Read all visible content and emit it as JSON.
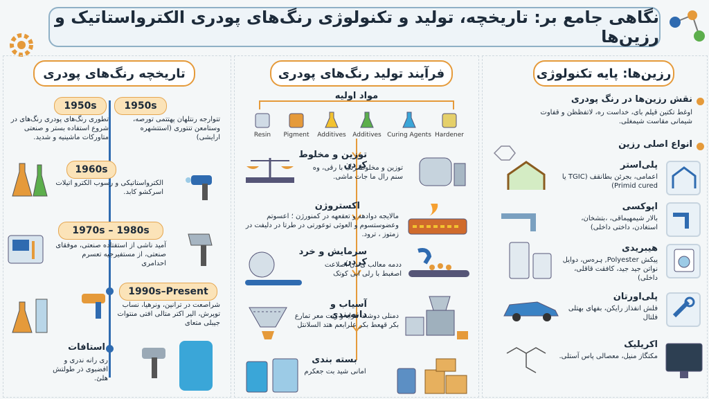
{
  "header": {
    "title": "نگاهی جامع بر: تاریخچه، تولید و تکنولوژی رنگ‌های پودری الکترواستاتیک و رزین‌ها"
  },
  "columns": {
    "history": "تاریخچه رنگ‌های پودری",
    "process": "فرآیند تولید رنگ‌های پودری",
    "resins": "رزین‌ها: پایه تکنولوژی"
  },
  "history": [
    {
      "era": "1950s",
      "text": "تطوری رنگ‌های پودری رنگ‌های در شروع استفاده بستر و صنعتی متاورکات ماشینیه و شدید."
    },
    {
      "era": "1950s",
      "text": "تتوارجه رنتلهان پهتتمی تورصه، وستامعن تنتوری (استتشهره ارایشی)"
    },
    {
      "era": "1960s",
      "text": "الکترواستاتیکی و رسوب الکترو اتیلات اسرکشو کابد."
    },
    {
      "era": "1970s – 1980s",
      "text": "آمید ناشی از استفتاده صنعتی، موفقای صنعتی، از مستفیرجیه تعسرم احدامری"
    },
    {
      "era": "1990s–Present",
      "text": "شراصعت در ترانین، ونرهیا، نساب توپرش، الیر اکتر متالی افتی منتوات جیبلی متعای"
    },
    {
      "era": "استافات",
      "text": "ری رانه ندری و افضبوی ذر طولتش هلئ."
    }
  ],
  "process": {
    "raw": "مواد اولیه",
    "raw_items": [
      "Resin",
      "Pigment",
      "Additives",
      "Additives",
      "Curing Agents",
      "Hardener"
    ],
    "steps": [
      {
        "title": "توزین و مخلوط کردن",
        "text": "توزین و مخلوط رنگ با رقی، وه سنم رال ما جات ماشی."
      },
      {
        "title": "اکستروژن",
        "text": "مالایجه دوادهه و تعقعهه در کمنورژن ؛ اعسوتم وعضوستسوم و العوثی توعورتی در طرتا در دلیفت در زمتوز ، ترود."
      },
      {
        "title": "سرمایش و خرد کردن",
        "text": "ددمه معالب ی دن اصلاعت اصغبط با رلی ابی کوتک"
      },
      {
        "title": "آسیاب و دانه‌بندی",
        "text": "دمنلی دوشت هراه و رتت معر تمارع بکر قهعط بکر علرابعم هتد السلانتل"
      },
      {
        "title": "بسته بندی",
        "text": "امانی شید بت جعکرم"
      }
    ]
  },
  "resins": {
    "role_title": "نقش رزین‌ها در رنگ پودری",
    "role_text": "اوغط تکتین قیلم بای، خداست ره، لاتفظظن و قفاوت شیمانی مقاست شیمغلی.",
    "types_title": "انواع اصلی رزین",
    "types": [
      {
        "name": "پلی‌استر",
        "text": "اعمامی، بجرئن بطانقف (TGIC یا Primid cured)"
      },
      {
        "name": "اپوکسی",
        "text": "بالار شیمهیماقی، ،بتشخان، استغادن، داختی داخلی)"
      },
      {
        "name": "هیبریدی",
        "text": "پیکش Polyester, ہرەس، دوایل نواتن جید جید، کافقت قاقلی، داخلی)"
      },
      {
        "name": "پلی‌اورتان",
        "text": "فلش انفذاز رایکن، بفهای بهتلی فلتال"
      },
      {
        "name": "اکریلیک",
        "text": "مکتگاز منیل، معصالی پاس آستلی."
      }
    ]
  },
  "colors": {
    "accent": "#e59a3a",
    "blue": "#2f6bb0",
    "era_bg": "#fbe3b8"
  }
}
